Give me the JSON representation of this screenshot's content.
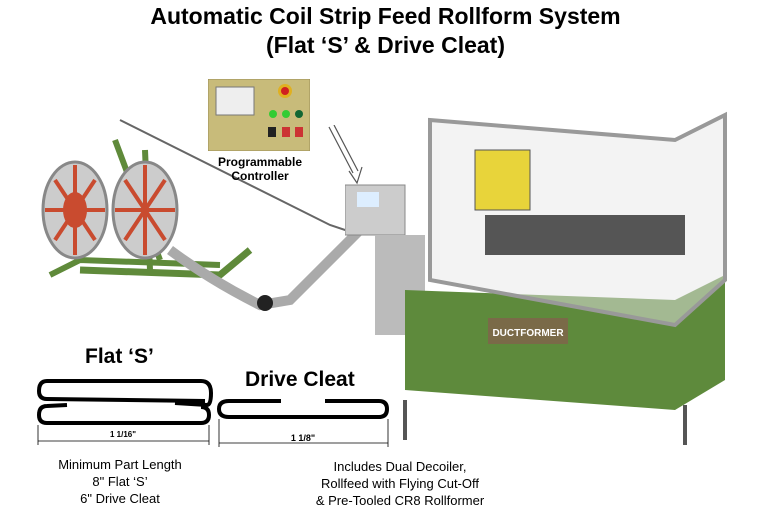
{
  "title": {
    "line1": "Automatic Coil Strip Feed Rollform System",
    "line2": "(Flat ‘S’ & Drive Cleat)"
  },
  "controller_label": {
    "line1": "Programmable",
    "line2": "Controller"
  },
  "machine_logo": "DUCTFORMER",
  "profiles": {
    "flat_s": {
      "name": "Flat ‘S’",
      "dimension": "1 1/16\""
    },
    "drive_cleat": {
      "name": "Drive Cleat",
      "dimension": "1 1/8\""
    }
  },
  "notes": {
    "min_length": [
      "Minimum Part Length",
      "8\" Flat ‘S’",
      "6\" Drive Cleat"
    ],
    "includes": [
      "Includes Dual Decoiler,",
      "Rollfeed with Flying Cut-Off",
      "& Pre-Tooled CR8 Rollformer"
    ]
  }
}
